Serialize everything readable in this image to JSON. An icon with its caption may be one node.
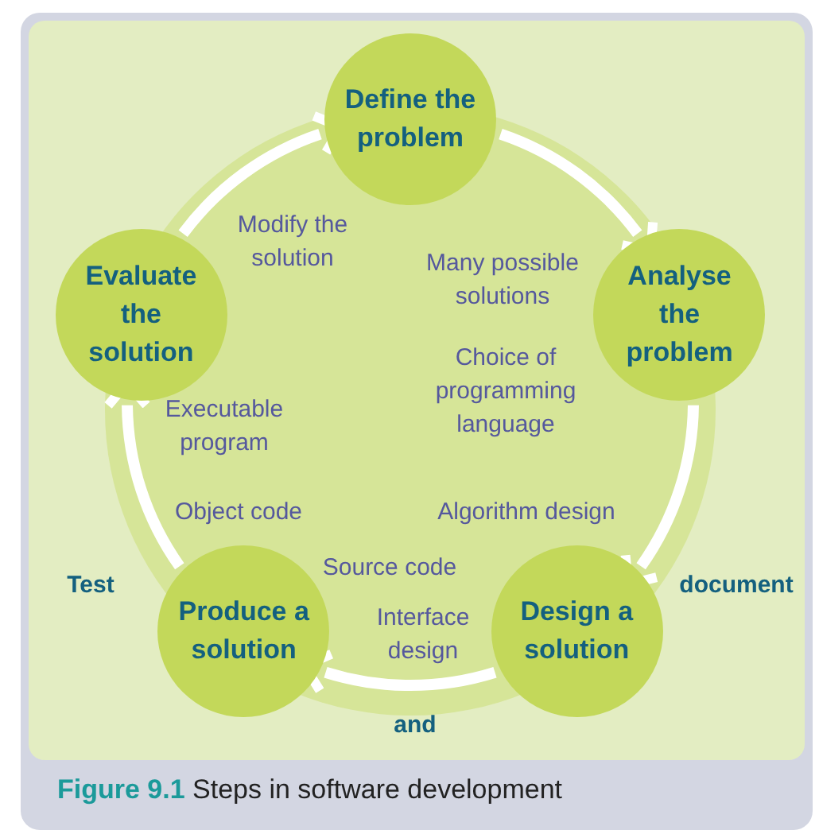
{
  "diagram": {
    "caption": "**Figure 9.1** Steps in software development",
    "nodes": [
      {
        "text": [
          "Define the problem"
        ]
      },
      {
        "text": [
          "Analyse the problem"
        ]
      },
      {
        "text": [
          "Design a solution"
        ]
      },
      {
        "text": [
          "Produce a solution"
        ]
      },
      {
        "text": [
          "Evaluate the solution"
        ]
      }
    ],
    "edges": [
      {
        "from": 0,
        "to": 1,
        "arrow": "to"
      },
      {
        "from": 1,
        "to": 2,
        "arrow": "to"
      },
      {
        "from": 2,
        "to": 3,
        "arrow": "to"
      },
      {
        "from": 3,
        "to": 4,
        "arrow": "to"
      },
      {
        "from": 4,
        "to": 0,
        "arrow": "to"
      }
    ],
    "labels": [
      "Modify the solution",
      "Many possible solutions",
      "Choice of programming language",
      "Executable program",
      "Test",
      "Object code",
      "Algorithm design",
      "document",
      "Source code",
      "Interface design",
      "and"
    ]
  }
}
